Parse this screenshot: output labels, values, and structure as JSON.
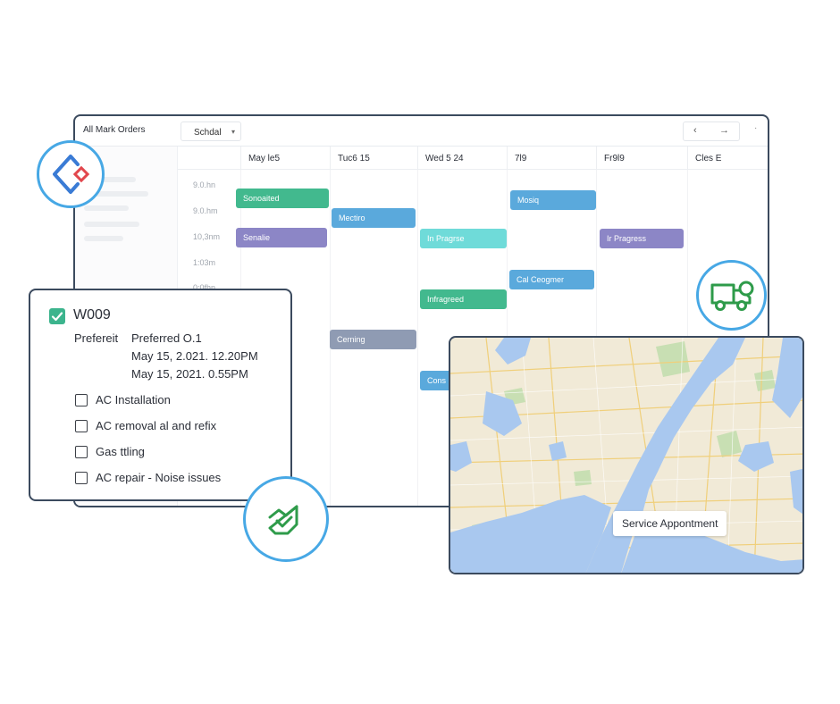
{
  "scheduler": {
    "title": "All Mark Orders",
    "view_select": "Schdal",
    "nav_prev": "‹",
    "nav_next": "→",
    "nav_more": "·",
    "columns": [
      "May le5",
      "Tuc6 15",
      "Wed 5 24",
      "7l9",
      "Fr9l9",
      "Cles E"
    ],
    "times": [
      "9.0.hn",
      "9.0.hm",
      "10,3nm",
      "1:03m",
      "0:0fhn"
    ],
    "events": [
      {
        "label": "Sonoaited",
        "color": "green"
      },
      {
        "label": "Senalie",
        "color": "purple"
      },
      {
        "label": "Mectiro",
        "color": "blue"
      },
      {
        "label": "Cerning",
        "color": "grey"
      },
      {
        "label": "In Pragrse",
        "color": "teal"
      },
      {
        "label": "Infragreed",
        "color": "green"
      },
      {
        "label": "Cons",
        "color": "blue"
      },
      {
        "label": "Mosiq",
        "color": "blue"
      },
      {
        "label": "Cal Ceogmer",
        "color": "blue"
      },
      {
        "label": "Ir Pragress",
        "color": "purple"
      }
    ]
  },
  "work_order": {
    "id": "W009",
    "field_label": "Prefereit",
    "field_value": "Preferred O.1",
    "date_1": "May 15, 2.021. 12.20PM",
    "date_2": "May 15, 2021. 0.55PM",
    "tasks": [
      "AC Installation",
      "AC removal al and refix",
      "Gas ttling",
      "AC repair - Noise issues"
    ]
  },
  "map": {
    "tooltip": "Service Appontment"
  },
  "badges": {
    "top_left": "app-logo-icon",
    "truck": "truck-icon",
    "handshake": "handshake-icon"
  },
  "colors": {
    "accent_blue": "#47a8e5",
    "green": "#42b98e",
    "blue": "#5aa9dc",
    "purple": "#8c86c6",
    "teal": "#6fdbd9",
    "grey": "#8f9bb3",
    "frame": "#3b4a5e"
  }
}
